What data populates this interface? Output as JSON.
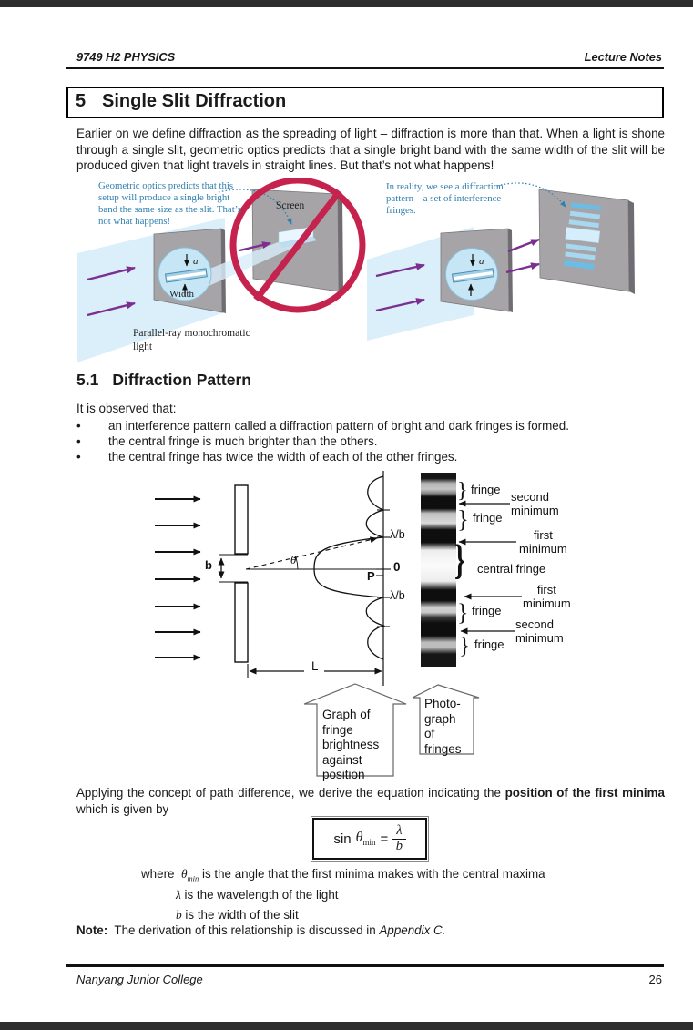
{
  "colors": {
    "annotation_blue": "#2f7fae",
    "arrow_purple": "#7b2f90",
    "prohibit_red": "#c5234e",
    "beam_blue": "#d3ecf9",
    "screen_gray": "#a6a4a7",
    "fringe_blue": "#6cbde6",
    "page_edge_black": "#2e2e2e"
  },
  "header": {
    "left": "9749 H2 PHYSICS",
    "right": "Lecture Notes"
  },
  "title": {
    "number": "5",
    "text": "Single Slit Diffraction"
  },
  "intro": "Earlier on we define diffraction as the spreading of light – diffraction is more than that. When a light is shone through a single slit, geometric optics predicts that a single bright band with the same width of the slit will be produced given that light travels in straight lines. But that’s not what happens!",
  "figure1": {
    "left_note": "Geometric optics predicts that this\nsetup will produce a single bright\nband the same size as the slit. That’s\nnot what happens!",
    "right_note": "In reality, we see a diffraction\npattern—a set of interference\nfringes.",
    "screen_label": "Screen",
    "slit_width_symbol": "a",
    "width_label": "Width",
    "caption": "Parallel-ray monochromatic\nlight"
  },
  "section": {
    "number": "5.1",
    "title": "Diffraction Pattern"
  },
  "observed": {
    "intro": "It is observed that:",
    "bullet_char": "•",
    "bullets": [
      "an interference pattern called a diffraction pattern of bright and dark fringes is formed.",
      "the central fringe is much brighter than the others.",
      "the central fringe has twice the width of each of the other fringes."
    ]
  },
  "figure2": {
    "slit_width_label": "b",
    "theta_label": "θ",
    "lambda_b_top": "λ/b",
    "zero_label": "0",
    "point_label": "P",
    "lambda_b_bottom": "λ/b",
    "distance_label": "L",
    "brace": "}",
    "fringe_label": "fringe",
    "central_fringe_label": "central fringe",
    "second_minimum": "second\nminimum",
    "first_minimum": "first\nminimum",
    "graph_callout": "Graph of\nfringe\nbrightness\nagainst\nposition",
    "photo_callout": "Photo-\ngraph\nof\nfringes"
  },
  "applying": {
    "pre": "Applying the concept of path difference, we derive the equation indicating the ",
    "bold": "position of the first minima",
    "post": " which is given by"
  },
  "equation": {
    "sin": "sin",
    "theta": "θ",
    "sub": "min",
    "equals": "=",
    "numerator": "λ",
    "denominator": "b"
  },
  "where": {
    "label": "where",
    "sym1": "θ",
    "sub1": "min",
    "text1": " is the angle that the first minima makes with the central maxima",
    "sym2": "λ",
    "text2": " is the wavelength of the light",
    "sym3": "b",
    "text3": " is the width of the slit"
  },
  "note": {
    "label": "Note:",
    "text": "  The derivation of this relationship is discussed in ",
    "ref": "Appendix C."
  },
  "footer": {
    "left": "Nanyang Junior College",
    "page": "26"
  }
}
